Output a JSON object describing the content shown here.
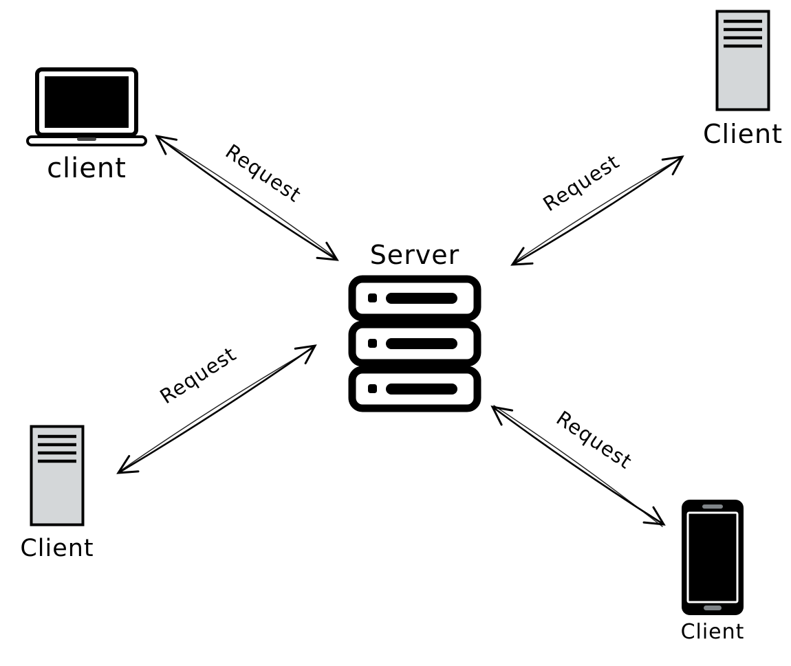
{
  "diagram": {
    "server": {
      "label": "Server"
    },
    "clients": [
      {
        "type": "laptop",
        "position": "top-left",
        "label": "client"
      },
      {
        "type": "desktop-tower",
        "position": "top-right",
        "label": "Client"
      },
      {
        "type": "desktop-tower",
        "position": "bottom-left",
        "label": "Client"
      },
      {
        "type": "smartphone",
        "position": "bottom-right",
        "label": "Client"
      }
    ],
    "arrows": [
      {
        "between": [
          "client-top-left",
          "server"
        ],
        "label": "Request",
        "bidirectional": true
      },
      {
        "between": [
          "server",
          "client-top-right"
        ],
        "label": "Request",
        "bidirectional": true
      },
      {
        "between": [
          "client-bottom-left",
          "server"
        ],
        "label": "Request",
        "bidirectional": true
      },
      {
        "between": [
          "server",
          "client-bottom-right"
        ],
        "label": "Request",
        "bidirectional": true
      }
    ],
    "colors": {
      "stroke": "#000000",
      "tower_fill": "#d4d7d9",
      "background": "#ffffff"
    }
  }
}
